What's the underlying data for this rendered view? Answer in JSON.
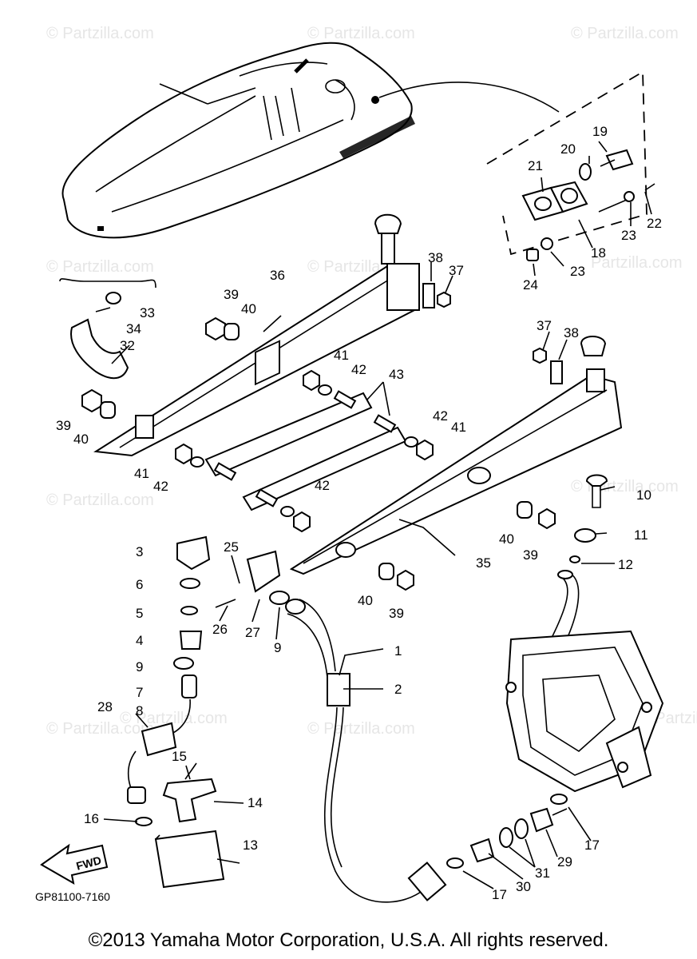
{
  "watermarks": [
    "© Partzilla.com",
    "© Partzilla.com",
    "© Partzilla.com",
    "© Partzilla.com",
    "© Partzilla.com",
    "Partzilla.com",
    "© Partzilla.com",
    "© Partzilla.com",
    "© Partzilla.com",
    "© Partzilla.com",
    "© Partzilla.com",
    "© Partzilla.com"
  ],
  "callouts": [
    "1",
    "2",
    "3",
    "4",
    "5",
    "6",
    "7",
    "8",
    "9",
    "9",
    "10",
    "11",
    "12",
    "13",
    "14",
    "15",
    "16",
    "17",
    "17",
    "18",
    "19",
    "20",
    "21",
    "22",
    "23",
    "23",
    "24",
    "25",
    "26",
    "27",
    "28",
    "29",
    "30",
    "31",
    "32",
    "33",
    "34",
    "35",
    "36",
    "37",
    "37",
    "38",
    "38",
    "39",
    "39",
    "39",
    "39",
    "40",
    "40",
    "40",
    "40",
    "41",
    "41",
    "41",
    "42",
    "42",
    "42",
    "42",
    "43"
  ],
  "direction_label": "FWD",
  "diagram_code": "GP81100-7160",
  "copyright": "©2013  Yamaha Motor Corporation, U.S.A. All rights reserved."
}
